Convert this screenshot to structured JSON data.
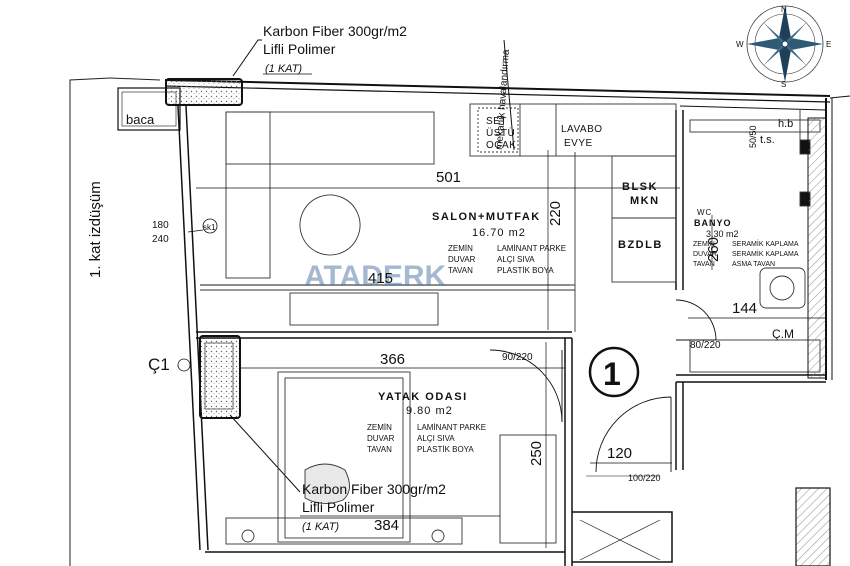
{
  "annotations": {
    "carbon_top": {
      "line1": "Karbon Fiber 300gr/m2",
      "line2": "Lifli Polimer",
      "line3": "(1 KAT)"
    },
    "carbon_bottom": {
      "line1": "Karbon Fiber 300gr/m2",
      "line2": "Lifli Polimer",
      "line3": "(1 KAT)"
    }
  },
  "labels": {
    "baca": "baca",
    "kat_izdusum": "1. kat izdüşüm",
    "mekanik": "mekanik havalandırma",
    "set": "SET",
    "ustu": "ÜSTÜ",
    "ocak": "OCAK",
    "lavabo": "LAVABO",
    "evye": "EVYE",
    "blsk": "BLSK",
    "mkn": "MKN",
    "bzdlb": "BZDLB",
    "hb": "h.b",
    "ts": "t.s.",
    "cm": "Ç.M",
    "c1": "Ç1",
    "sk1": "sk1",
    "unit_no": "1",
    "watermark": "ATADERK"
  },
  "rooms": {
    "salon": {
      "name": "SALON+MUTFAK",
      "area": "16.70 m2",
      "finishes": [
        {
          "k": "ZEMİN",
          "v": "LAMİNANT PARKE"
        },
        {
          "k": "DUVAR",
          "v": "ALÇI SIVA"
        },
        {
          "k": "TAVAN",
          "v": "PLASTİK BOYA"
        }
      ]
    },
    "yatak": {
      "name": "YATAK ODASI",
      "area": "9.80 m2",
      "finishes": [
        {
          "k": "ZEMİN",
          "v": "LAMİNANT PARKE"
        },
        {
          "k": "DUVAR",
          "v": "ALÇI SIVA"
        },
        {
          "k": "TAVAN",
          "v": "PLASTİK BOYA"
        }
      ]
    },
    "wc": {
      "name1": "WC",
      "name2": "BANYO",
      "area": "3.30 m2",
      "finishes": [
        {
          "k": "ZEMİN",
          "v": "SERAMİK KAPLAMA"
        },
        {
          "k": "DUVAR",
          "v": "SERAMİK KAPLAMA"
        },
        {
          "k": "TAVAN",
          "v": "ASMA TAVAN"
        }
      ]
    }
  },
  "dimensions": {
    "d501": "501",
    "d220": "220",
    "d180": "180",
    "d240": "240",
    "d415": "415",
    "d366": "366",
    "d250": "250",
    "d120": "120",
    "d384": "384",
    "d144": "144",
    "d260": "260",
    "d5050": "50/50",
    "d90220": "90/220",
    "d80220": "80/220",
    "d100220": "100/220"
  },
  "compass": {
    "n": "N",
    "s": "S",
    "e": "E",
    "w": "W"
  }
}
